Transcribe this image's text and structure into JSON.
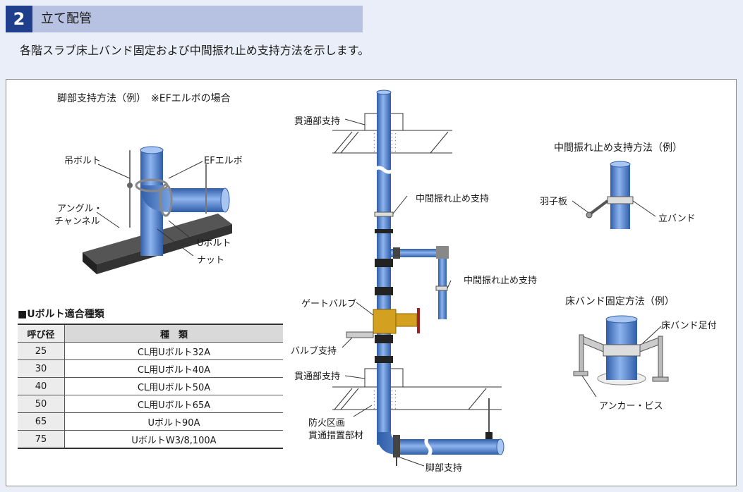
{
  "section": {
    "number": "2",
    "title": "立て配管"
  },
  "subtitle": "各階スラブ床上バンド固定および中間振れ止め支持方法を示します。",
  "leg_support": {
    "title": "脚部支持方法（例）　※EFエルボの場合",
    "labels": {
      "hanger_bolt": "吊ボルト",
      "ef_elbow": "EFエルボ",
      "angle": "アングル・",
      "channel": "チャンネル",
      "u_bolt": "Uボルト",
      "nut": "ナット"
    }
  },
  "ubolt_table": {
    "title": "■Uボルト適合種類",
    "headers": [
      "呼び径",
      "種　類"
    ],
    "rows": [
      [
        "25",
        "CL用Uボルト32A"
      ],
      [
        "30",
        "CL用Uボルト40A"
      ],
      [
        "40",
        "CL用Uボルト50A"
      ],
      [
        "50",
        "CL用Uボルト65A"
      ],
      [
        "65",
        "Uボルト90A"
      ],
      [
        "75",
        "UボルトW3/8,100A"
      ]
    ]
  },
  "center": {
    "through_support_top": "貫通部支持",
    "mid_sway_1": "中間振れ止め支持",
    "mid_sway_2": "中間振れ止め支持",
    "gate_valve": "ゲートバルブ",
    "valve_support": "バルブ支持",
    "through_support_bottom": "貫通部支持",
    "fire_1": "防火区画",
    "fire_2": "貫通措置部材",
    "leg_support": "脚部支持"
  },
  "mid_method": {
    "title": "中間振れ止め支持方法（例）",
    "wing_plate": "羽子板",
    "riser_band": "立バンド"
  },
  "floor_method": {
    "title": "床バンド固定方法（例）",
    "floor_band_leg": "床バンド足付",
    "anchor_screw": "アンカー・ビス"
  },
  "colors": {
    "pipe": "#5f8fd6",
    "pipe_dark": "#2f5da8",
    "header": "#1f3f8c",
    "band": "#b7c2e2",
    "valve": "#d4a020"
  }
}
